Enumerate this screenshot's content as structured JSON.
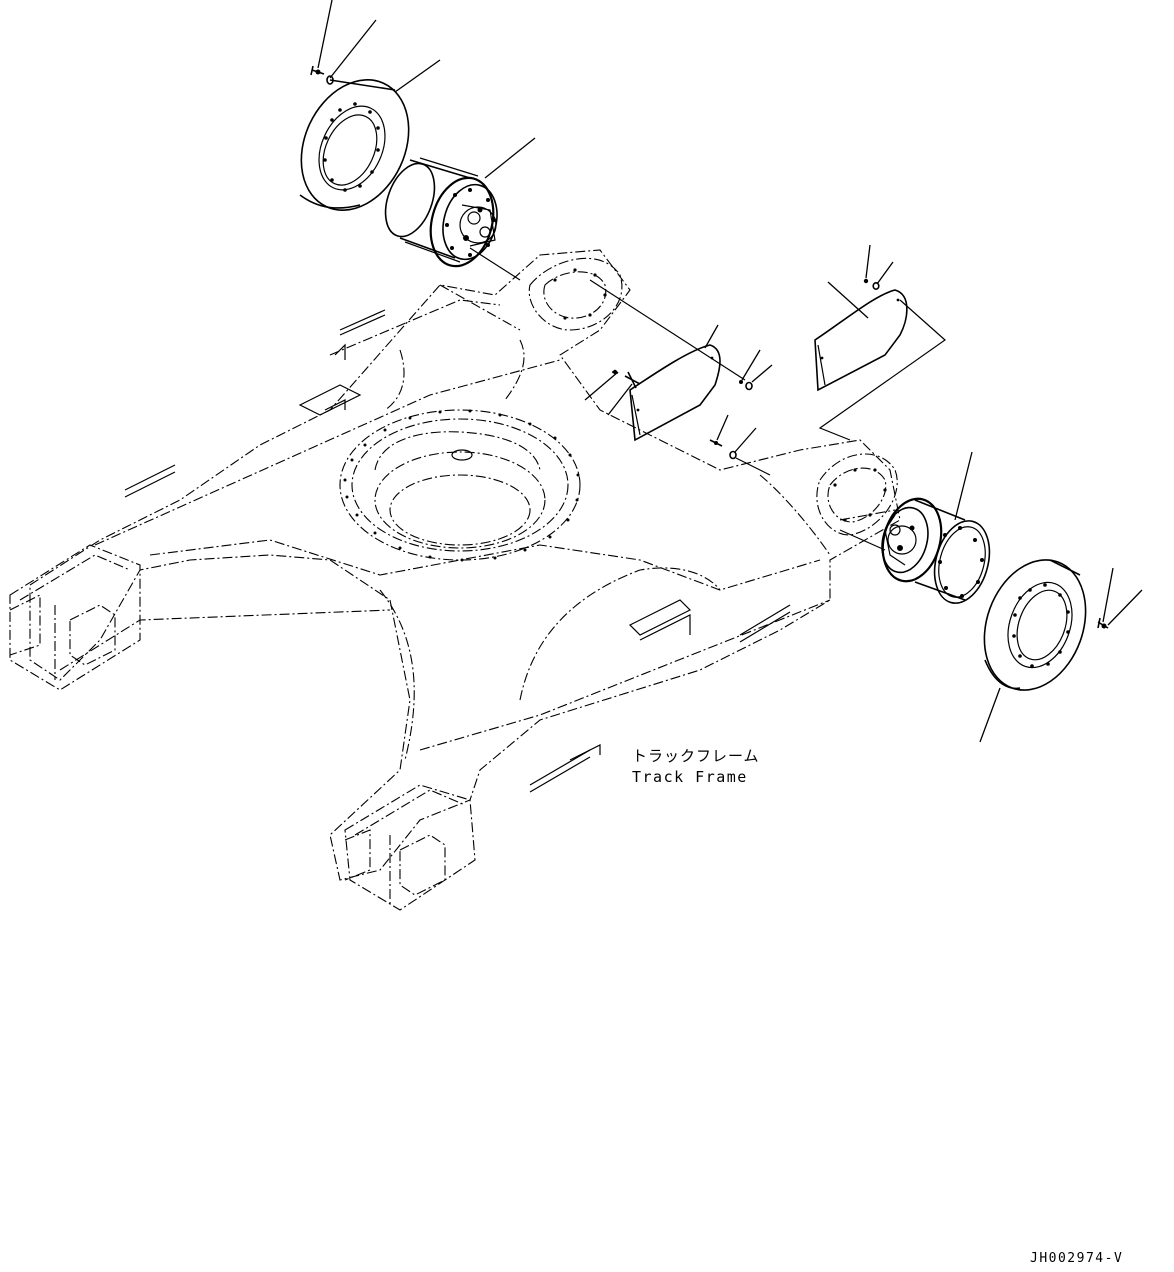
{
  "labels": {
    "frame_jp": "トラックフレーム",
    "frame_en": "Track Frame",
    "drawing_code": "JH002974-V"
  },
  "colors": {
    "ink": "#000000",
    "paper": "#ffffff"
  }
}
